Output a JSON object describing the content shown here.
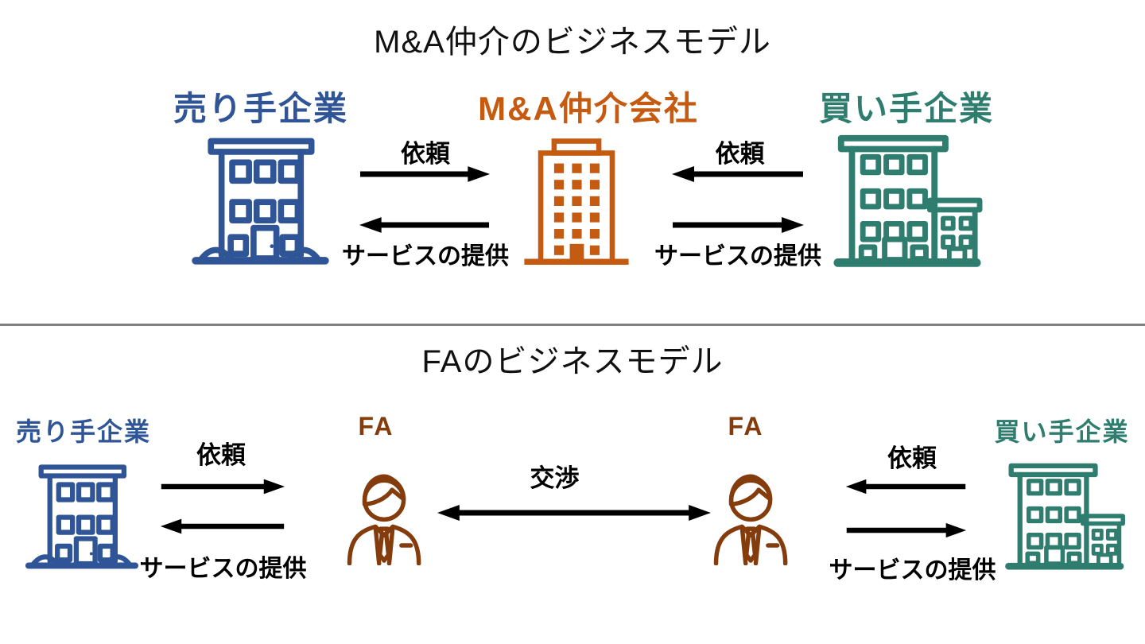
{
  "colors": {
    "seller_blue": "#2F5597",
    "broker_orange": "#C55A11",
    "buyer_teal": "#2E7D6E",
    "fa_brown": "#843C0C",
    "arrow_black": "#000000",
    "divider_gray": "#7F7F7F"
  },
  "top_section": {
    "title": "M&A仲介のビジネスモデル",
    "seller_label": "売り手企業",
    "broker_label": "M&A仲介会社",
    "buyer_label": "買い手企業",
    "left_flow": {
      "request": "依頼",
      "service": "サービスの提供"
    },
    "right_flow": {
      "request": "依頼",
      "service": "サービスの提供"
    }
  },
  "bottom_section": {
    "title": "FAのビジネスモデル",
    "seller_label": "売り手企業",
    "fa_left_label": "FA",
    "fa_right_label": "FA",
    "buyer_label": "買い手企業",
    "left_flow": {
      "request": "依頼",
      "service": "サービスの提供"
    },
    "negotiation_label": "交渉",
    "right_flow": {
      "request": "依頼",
      "service": "サービスの提供"
    }
  },
  "icons": {
    "seller": "building-outline-icon",
    "broker": "tall-building-icon",
    "buyer": "double-building-icon",
    "fa": "businessman-icon"
  }
}
